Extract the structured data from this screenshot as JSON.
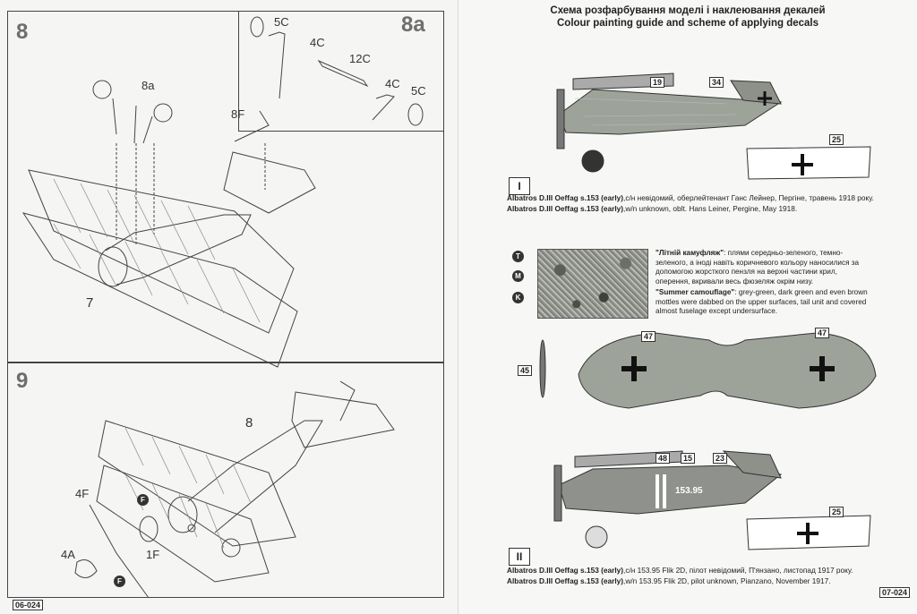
{
  "left": {
    "steps": [
      {
        "number": "8"
      },
      {
        "number": "8a"
      },
      {
        "number": "9"
      }
    ],
    "parts": [
      "5C",
      "4C",
      "12C",
      "4C",
      "5C",
      "8a",
      "8F",
      "7",
      "8",
      "4F",
      "F",
      "F",
      "4A",
      "1F"
    ],
    "page_code": "06-024"
  },
  "right": {
    "title_ua": "Схема розфарбування моделі і наклеювання декалей",
    "title_en": "Colour painting guide and scheme of applying decals",
    "scheme1": {
      "roman": "I",
      "decals": [
        "19",
        "34",
        "25"
      ],
      "caption_ua_bold": "Albatros D.III Oeffag s.153 (early)",
      "caption_ua": ",с/н невідомий, обер­лейтенант Ганс Лейнер, Пергіне, травень 1918 року.",
      "caption_en_bold": "Albatros D.III Oeffag s.153 (early)",
      "caption_en": ",w/n unknown, oblt. Hans Leiner, Pergine, May 1918."
    },
    "camo": {
      "ua_title": "\"Літній камуфляж\"",
      "ua_text": ": плями середньо-зеленого, темно-зеленого, а іноді навіть коричневого кольору наносилися за допомогою жорсткого пензля на верхні частини крил, оперення, вкривали весь фюзеляж окрім низу.",
      "en_title": "\"Summer camouflage\"",
      "en_text": ": grey-green, dark green and even brown mottles were dabbed on the upper surfaces, tail unit and covered almost fuselage except undersurface.",
      "swatch_keys": [
        "T",
        "M",
        "K"
      ]
    },
    "wing": {
      "decals": [
        "47",
        "47",
        "45"
      ]
    },
    "scheme2": {
      "roman": "II",
      "decals": [
        "48",
        "15",
        "23",
        "25"
      ],
      "serial": "153.95",
      "caption_ua_bold": "Albatros D.III Oeffag s.153 (early)",
      "caption_ua": ",с/н 153.95 Flik 2D, пілот невідомий, П'янзано, листопад 1917 року.",
      "caption_en_bold": "Albatros D.III Oeffag s.153 (early)",
      "caption_en": ",w/n 153.95 Flik 2D, pilot unknown, Pianzano, November 1917."
    },
    "page_code": "07-024"
  }
}
